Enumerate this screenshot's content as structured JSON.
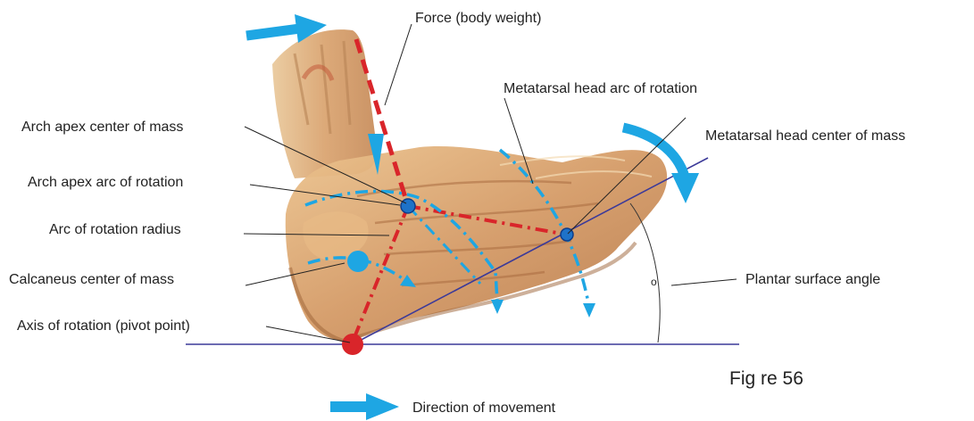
{
  "labels": {
    "force": "Force (body weight)",
    "metatarsal_arc": "Metatarsal head arc of rotation",
    "arch_apex_com": "Arch apex center of mass",
    "metatarsal_com": "Metatarsal head center of mass",
    "arch_apex_arc": "Arch apex arc of rotation",
    "arc_radius": "Arc of rotation radius",
    "calcaneus_com": "Calcaneus center of mass",
    "plantar_angle": "Plantar surface angle",
    "angle_symbol": "o",
    "axis": "Axis of rotation (pivot point)",
    "figure": "Fig re 56",
    "direction": "Direction of movement"
  },
  "colors": {
    "force_line": "#d9252a",
    "arc_line": "#1ea6e3",
    "movement_arrow": "#1ea6e3",
    "pivot": "#d9252a",
    "reference_line": "#3c3a99",
    "foot": "#d6a070"
  },
  "icons": {
    "direction_arrow": "right-arrow-icon",
    "rotation_arrow": "curved-arrow-icon"
  }
}
